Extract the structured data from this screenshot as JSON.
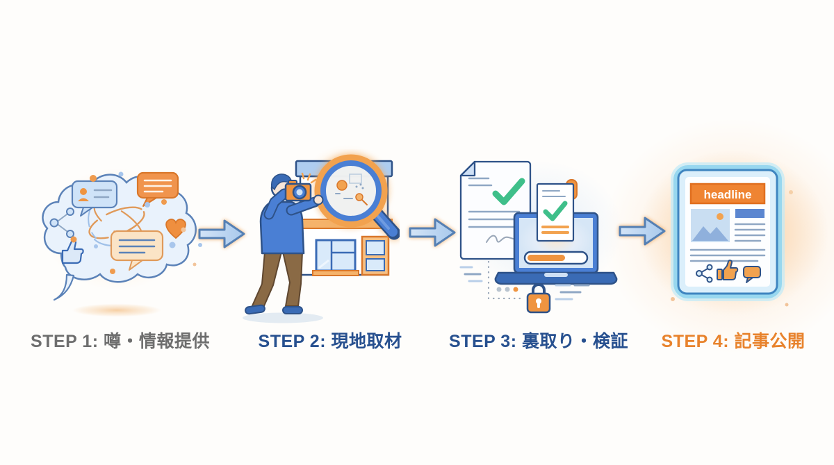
{
  "diagram": {
    "description": "4-step news reporting process flow",
    "background_color": "#fefdfb"
  },
  "steps": [
    {
      "label": "STEP 1: 噂・情報提供",
      "color": "#6e6e6e",
      "illustration": "rumor-thought-cloud"
    },
    {
      "label": "STEP 2: 現地取材",
      "color": "#27508f",
      "illustration": "reporter-with-camera-at-storefront"
    },
    {
      "label": "STEP 3: 裏取り・検証",
      "color": "#27508f",
      "illustration": "document-verification-on-laptop"
    },
    {
      "label": "STEP 4: 記事公開",
      "color": "#e8832d",
      "illustration": "published-article-tablet"
    }
  ],
  "article_preview": {
    "headline_text": "headline"
  },
  "accent_colors": {
    "blue": "#4a7fd4",
    "dark_outline": "#2e5288",
    "orange": "#ef9440",
    "green_check": "#3fbf8a",
    "arrow_fill": "#b9d4f0",
    "glow_cyan": "#8ed3ef"
  }
}
